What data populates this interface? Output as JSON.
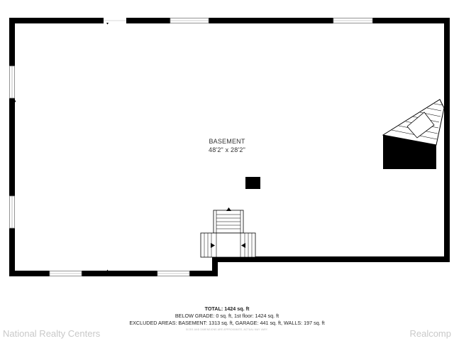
{
  "room": {
    "name": "BASEMENT",
    "dimensions": "48'2\" x 28'2\""
  },
  "summary": {
    "total_label": "TOTAL:",
    "total_value": "1424 sq. ft",
    "below_grade": "BELOW GRADE: 0 sq. ft, 1st floor: 1424 sq. ft",
    "excluded": "EXCLUDED AREAS: BASEMENT: 1313 sq. ft, GARAGE: 441 sq. ft, WALLS: 197 sq. ft",
    "disclaimer": "SIZES AND DIMENSIONS ARE APPROXIMATE, ACTUAL MAY VARY."
  },
  "watermarks": {
    "left": "National Realty Centers",
    "right": "Realcomp"
  },
  "colors": {
    "wall": "#000000",
    "background": "#ffffff",
    "window": "#9a9a9a",
    "watermark": "#c9c9c9"
  }
}
